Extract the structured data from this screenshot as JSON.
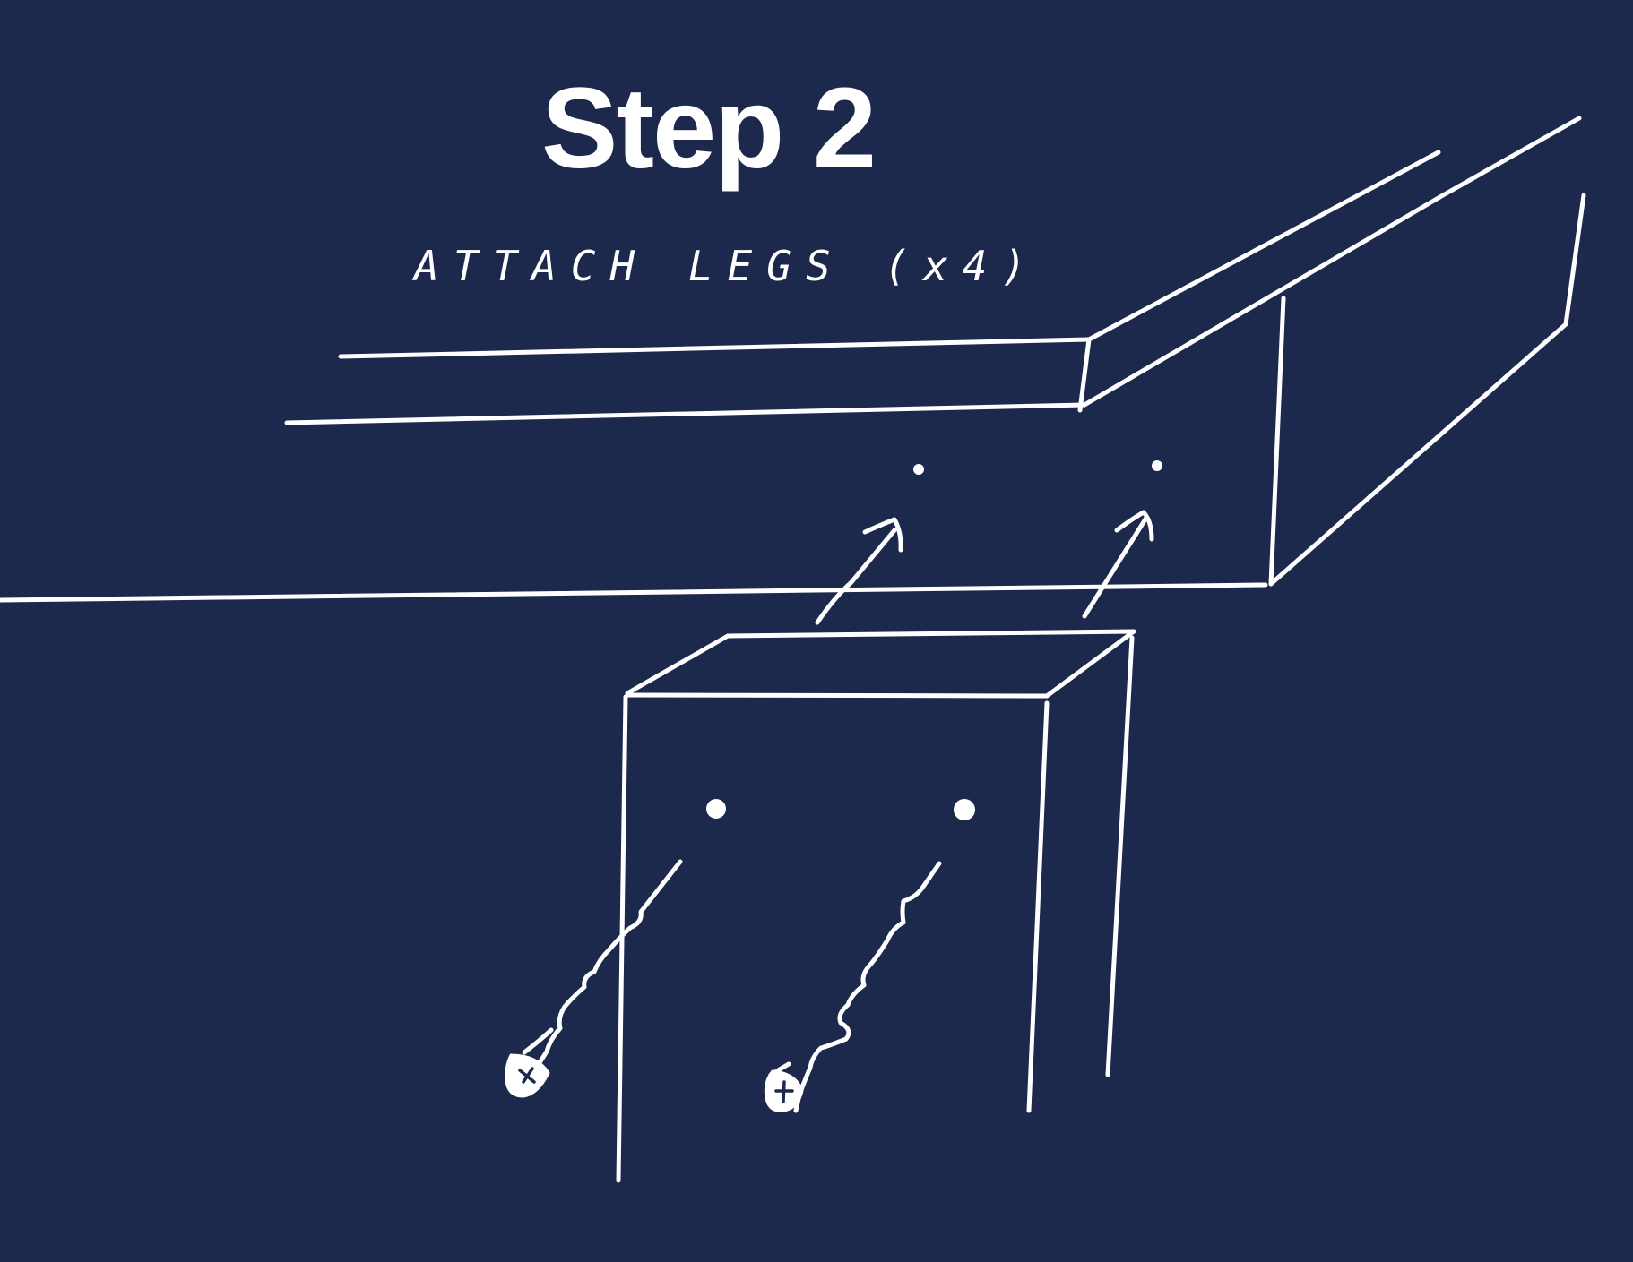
{
  "title": "Step 2",
  "instruction": "ATTACH LEGS (x4)",
  "colors": {
    "background": "#1d284d",
    "ink": "#ffffff"
  },
  "icons": [
    "table-top-sketch",
    "leg-sketch",
    "arrow-icon",
    "screw-icon",
    "screw-hole-dot"
  ]
}
